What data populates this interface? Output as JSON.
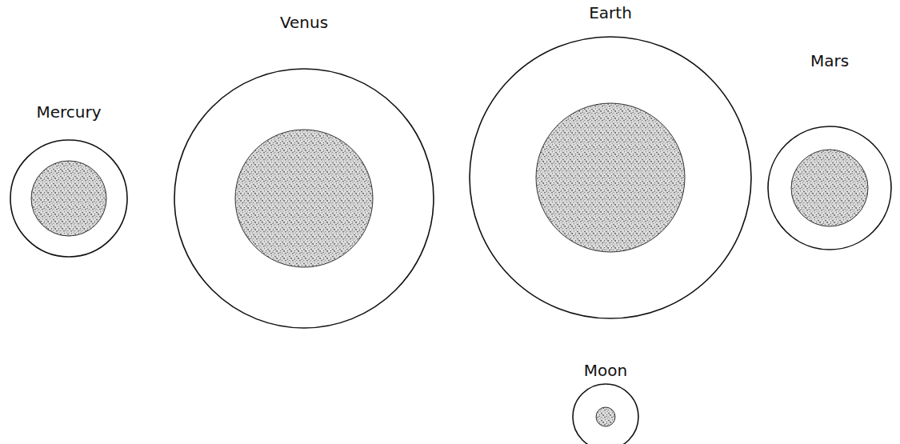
{
  "diagram": {
    "nodes": [
      {
        "text": [
          "Mercury"
        ]
      },
      {
        "text": [
          "Venus"
        ]
      },
      {
        "text": [
          "Earth"
        ]
      },
      {
        "text": [
          "Mars"
        ]
      },
      {
        "text": [
          "Moon"
        ]
      }
    ]
  }
}
